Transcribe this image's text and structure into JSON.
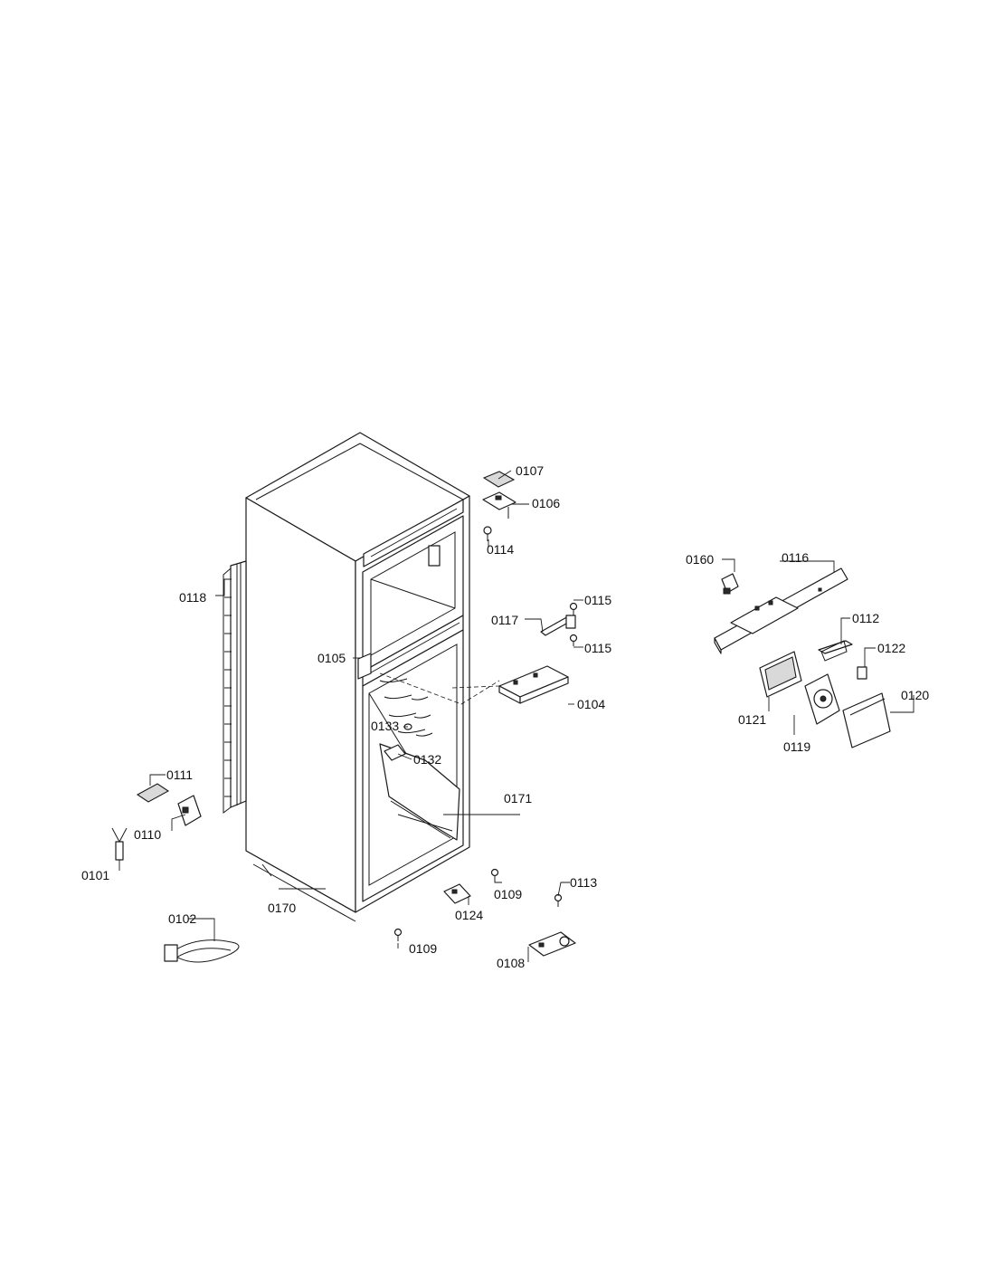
{
  "callouts": {
    "c0107": "0107",
    "c0106": "0106",
    "c0114": "0114",
    "c0160": "0160",
    "c0116": "0116",
    "c0118": "0118",
    "c0115a": "0115",
    "c0117": "0117",
    "c0115b": "0115",
    "c0112": "0112",
    "c0105": "0105",
    "c0122": "0122",
    "c0104": "0104",
    "c0120": "0120",
    "c0121": "0121",
    "c0133": "0133",
    "c0119": "0119",
    "c0132": "0132",
    "c0111": "0111",
    "c0171": "0171",
    "c0110": "0110",
    "c0113": "0113",
    "c0109a": "0109",
    "c0101": "0101",
    "c0170": "0170",
    "c0124": "0124",
    "c0102": "0102",
    "c0109b": "0109",
    "c0108": "0108"
  }
}
